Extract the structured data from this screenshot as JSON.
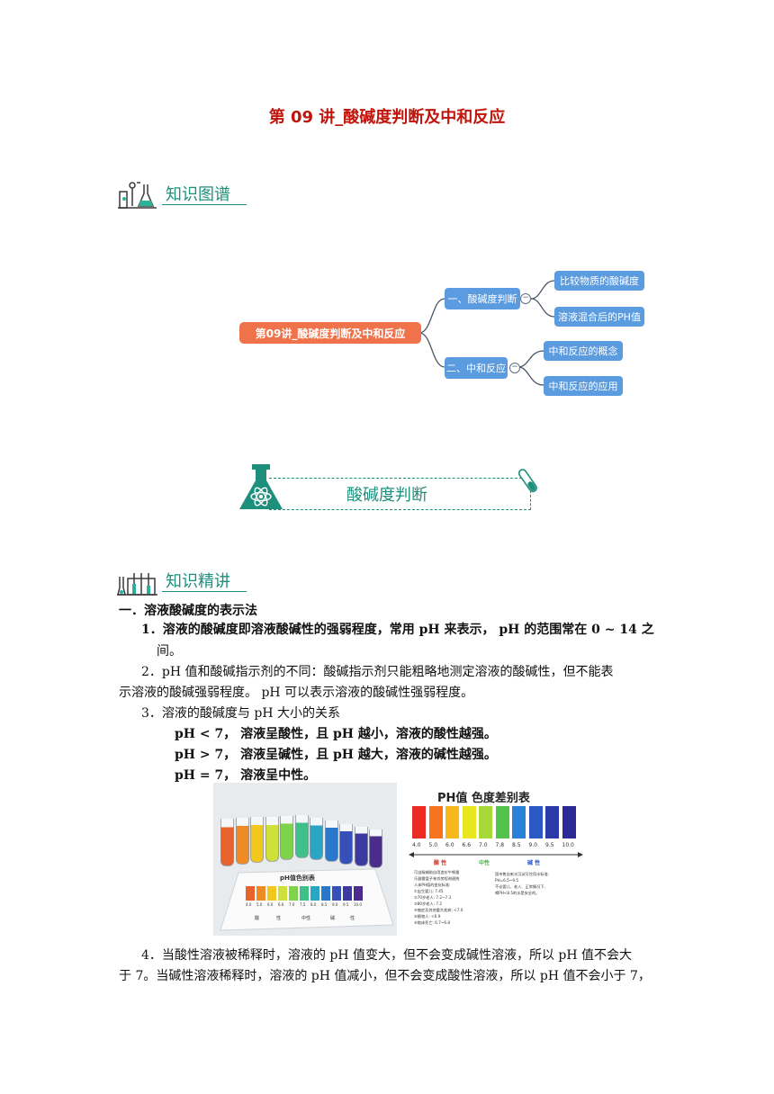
{
  "doc": {
    "title": "第 09 讲_酸碱度判断及中和反应"
  },
  "section1": {
    "label": "知识图谱"
  },
  "mindmap": {
    "root": "第09讲_酸碱度判断及中和反应",
    "branches": [
      {
        "label": "一、酸碱度判断",
        "children": [
          "比较物质的酸碱度",
          "溶液混合后的PH值"
        ]
      },
      {
        "label": "二、中和反应",
        "children": [
          "中和反应的概念",
          "中和反应的应用"
        ]
      }
    ],
    "toggle": "−"
  },
  "banner": {
    "label": "酸碱度判断"
  },
  "section2": {
    "label": "知识精讲"
  },
  "content": {
    "heading": "一．溶液酸碱度的表示法",
    "p1_line1": "1．溶液的酸碱度即溶液酸碱性的强弱程度，常用 pH 来表示， pH 的范围常在 0 ~ 14 之",
    "p1_line2": "间。",
    "p2_line1": "2．pH 值和酸碱指示剂的不同：酸碱指示剂只能粗略地测定溶液的酸碱性，但不能表",
    "p2_line2": "示溶液的酸碱强弱程度。 pH 可以表示溶液的酸碱性强弱程度。",
    "p3": "3．溶液的酸碱度与 pH 大小的关系",
    "rule1": "pH < 7， 溶液呈酸性，且 pH 越小，溶液的酸性越强。",
    "rule2": "pH > 7， 溶液呈碱性，且 pH 越大，溶液的碱性越强。",
    "rule3": "pH = 7， 溶液呈中性。",
    "p4_line1": "4．当酸性溶液被稀释时，溶液的 pH 值变大，但不会变成碱性溶液，所以 pH 值不会大",
    "p4_line2": "于 7。当碱性溶液稀释时，溶液的 pH 值减小，但不会变成酸性溶液，所以 pH 值不会小于 7，"
  },
  "photo": {
    "card_title": "pH值色别表",
    "scale": [
      "4.0",
      "5.0",
      "6.0",
      "6.6",
      "7.0",
      "7.5",
      "8.0",
      "8.5",
      "9.0",
      "9.5",
      "10.0"
    ],
    "labels": [
      "酸",
      "性",
      "中性",
      "碱",
      "性"
    ],
    "tube_colors": [
      "#e8622c",
      "#f08a22",
      "#f2c81c",
      "#cfe03a",
      "#7ed34a",
      "#3ec08a",
      "#2aa6c4",
      "#2a78cc",
      "#3550b8",
      "#3c3aa0",
      "#4b2c8c"
    ]
  },
  "chart": {
    "title": "PH值 色度差别表",
    "values": [
      "4.0",
      "5.0",
      "6.0",
      "6.6",
      "7.0",
      "7.8",
      "8.5",
      "9.0",
      "9.5",
      "10.0"
    ],
    "colors": [
      "#ec2a24",
      "#f7741c",
      "#f6b81a",
      "#e8e61c",
      "#a6d838",
      "#52c24a",
      "#2a82d8",
      "#2c58c4",
      "#2c3aa8",
      "#2c2a96"
    ],
    "acid": "酸    性",
    "neutral": "中性",
    "base": "碱    性",
    "note_left": [
      "可自服辅助自用造价牛顿量",
      "乐器雷盘子来肖房程询速统",
      "人体PH值的变化标准:",
      "①出生婴儿: 7.45",
      "②70岁老人: 7.2~7.3",
      "③80岁老人: 7.2",
      "④癌症及其他重大疾病: <7.0",
      "⑤植物人: <6.9",
      "⑥临床死亡: 6.7~6.8"
    ],
    "note_right": [
      "国市售自来水沉淀可饮用水标准:",
      "PH=6.5~9.5",
      "不论婴儿、老人、正常情况下,",
      "喝PH<8.5的水是安全的。"
    ]
  }
}
